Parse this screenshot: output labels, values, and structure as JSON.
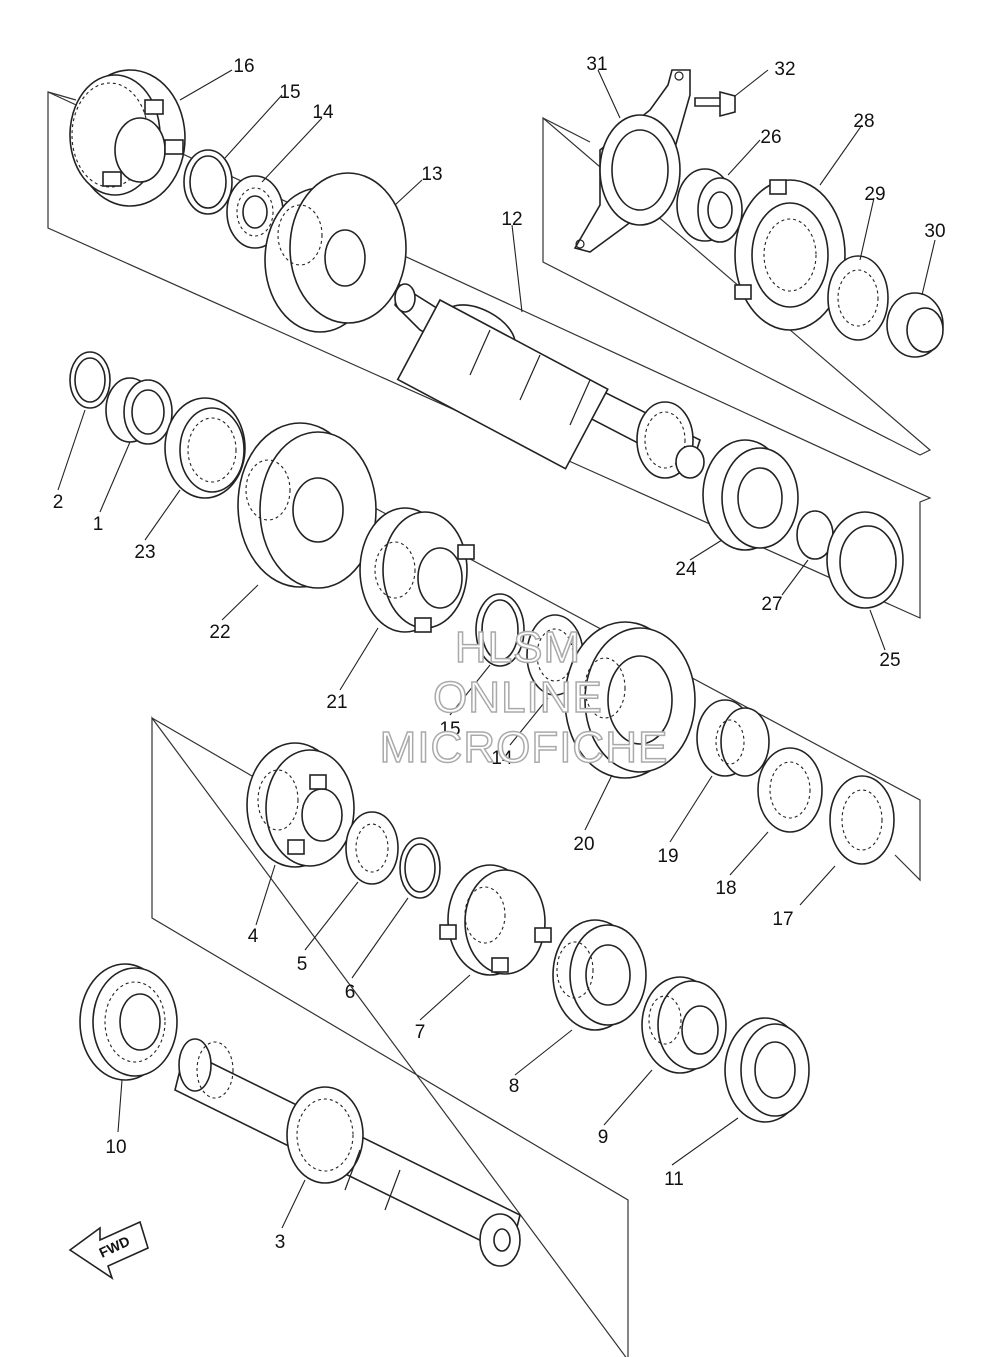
{
  "diagram": {
    "part_numbers": [
      "1",
      "2",
      "3",
      "4",
      "5",
      "6",
      "7",
      "8",
      "9",
      "10",
      "11",
      "12",
      "13",
      "14",
      "15",
      "16",
      "17",
      "18",
      "19",
      "20",
      "21",
      "22",
      "23",
      "24",
      "25",
      "26",
      "27",
      "28",
      "29",
      "30",
      "31",
      "32"
    ],
    "extra_callouts": [
      "15",
      "14"
    ],
    "watermark": [
      "HLSM",
      "ONLINE",
      "MICROFICHE"
    ],
    "direction_label": "FWD"
  }
}
